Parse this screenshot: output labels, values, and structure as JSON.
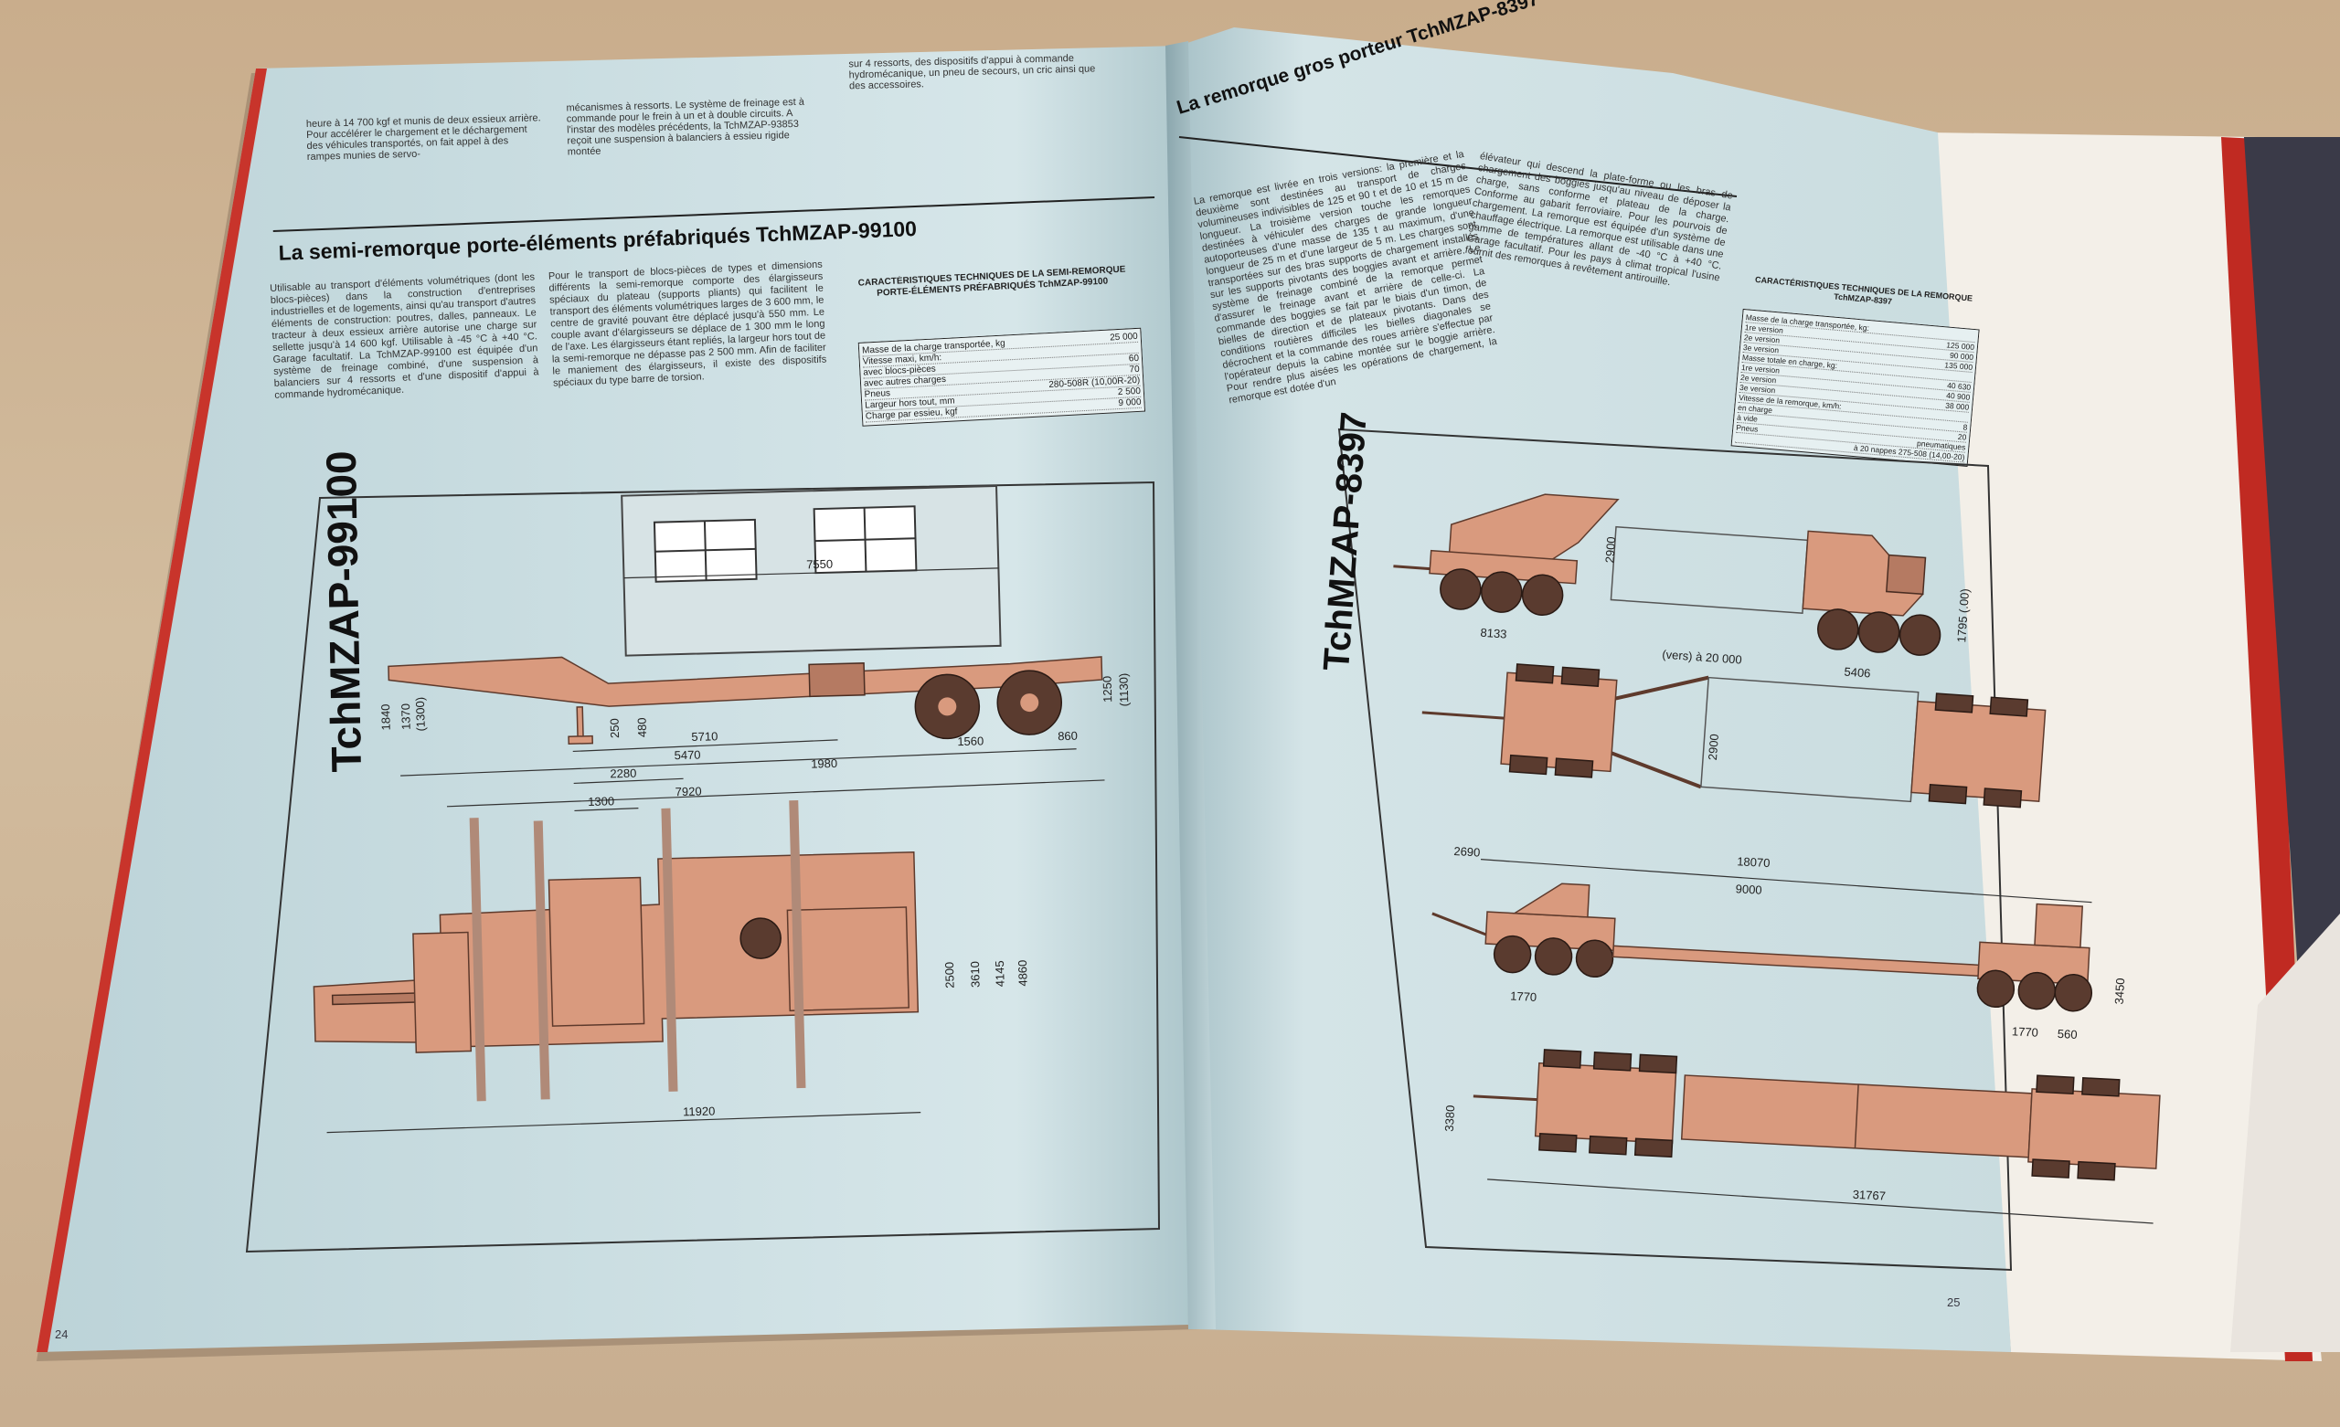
{
  "left_page": {
    "top_col1": "heure à 14 700 kgf et munis de deux essieux arrière. Pour accélérer le chargement et le déchargement des véhicules transportés, on fait appel à des rampes munies de servo-",
    "top_col2": "mécanismes à ressorts. Le système de freinage est à commande pour le frein à un et à double circuits. A l'instar des modèles précédents, la TchMZAP-93853 reçoit une suspension à balanciers à essieu rigide montée",
    "top_col3": "sur 4 ressorts, des dispositifs d'appui à commande hydromécanique, un pneu de secours, un cric ainsi que des accessoires.",
    "section_title": "La semi-remorque porte-éléments préfabriqués TchMZAP-99100",
    "body_col1": "Utilisable au transport d'éléments volumétriques (dont les blocs-pièces) dans la construction d'entreprises industrielles et de logements, ainsi qu'au transport d'autres éléments de construction: poutres, dalles, panneaux. Le tracteur à deux essieux arrière autorise une charge sur sellette jusqu'à 14 600 kgf. Utilisable à -45 °C à +40 °C. Garage facultatif. La TchMZAP-99100 est équipée d'un système de freinage combiné, d'une suspension à balanciers sur 4 ressorts et d'une dispositif d'appui à commande hydromécanique.",
    "body_col2": "Pour le transport de blocs-pièces de types et dimensions différents la semi-remorque comporte des élargisseurs spéciaux du plateau (supports pliants) qui facilitent le transport des éléments volumétriques larges de 3 600 mm, le centre de gravité pouvant être déplacé jusqu'à 550 mm. Le couple avant d'élargisseurs se déplace de 1 300 mm le long de l'axe. Les élargisseurs étant repliés, la largeur hors tout de la semi-remorque ne dépasse pas 2 500 mm. Afin de faciliter le maniement des élargisseurs, il existe des dispositifs spéciaux du type barre de torsion.",
    "spec_heading": "CARACTÉRISTIQUES TECHNIQUES DE LA SEMI-REMORQUE PORTE-ÉLÉMENTS PRÉFABRIQUÉS TchMZAP-99100",
    "specs": [
      {
        "label": "Masse de la charge transportée, kg",
        "value": "25 000"
      },
      {
        "label": "Vitesse maxi, km/h:",
        "value": ""
      },
      {
        "label": "avec blocs-pièces",
        "value": "60"
      },
      {
        "label": "avec autres charges",
        "value": "70"
      },
      {
        "label": "Pneus",
        "value": "280-508R (10,00R-20)"
      },
      {
        "label": "Largeur hors tout, mm",
        "value": "2 500"
      },
      {
        "label": "Charge par essieu, kgf",
        "value": "9 000"
      }
    ],
    "vertical_label": "TchMZAP-99100",
    "dims_side": [
      "7550",
      "1840",
      "1370",
      "(1300)",
      "250",
      "480",
      "5470",
      "1560",
      "860",
      "1250",
      "(1130)",
      "7920"
    ],
    "dims_top": [
      "5710",
      "2280",
      "1300",
      "1980",
      "2500",
      "3610",
      "4145",
      "4860",
      "11920"
    ],
    "page_number": "24"
  },
  "right_page": {
    "section_title": "La remorque gros porteur TchMZAP-8397",
    "body_col1": "La remorque est livrée en trois versions: la première et la deuxième sont destinées au transport de charges volumineuses indivisibles de 125 et 90 t et de 10 et 15 m de longueur. La troisième version touche les remorques destinées à véhiculer des charges de grande longueur autoporteuses d'une masse de 135 t au maximum, d'une longueur de 25 m et d'une largeur de 5 m. Les charges sont transportées sur des bras supports de chargement installés sur les supports pivotants des boggies avant et arrière. Le système de freinage combiné de la remorque permet d'assurer le freinage avant et arrière de celle-ci. La commande des boggies se fait par le biais d'un timon, de bielles de direction et de plateaux pivotants. Dans des conditions routières difficiles les bielles diagonales se décrochent et la commande des roues arrière s'effectue par l'opérateur depuis la cabine montée sur le boggie arrière. Pour rendre plus aisées les opérations de chargement, la remorque est dotée d'un",
    "body_col2": "élévateur qui descend la plate-forme ou les bras de chargement des boggies jusqu'au niveau de déposer la charge, sans conforme et plateau de la charge. Conforme au gabarit ferroviaire. Pour les pourvois de chargement. La remorque est équipée d'un système de chauffage électrique. La remorque est utilisable dans une gamme de températures allant de -40 °C à +40 °C. Garage facultatif. Pour les pays à climat tropical l'usine fournit des remorques à revêtement antirouille.",
    "spec_heading": "CARACTÉRISTIQUES TECHNIQUES DE LA REMORQUE TchMZAP-8397",
    "specs": [
      {
        "label": "Masse de la charge transportée, kg:",
        "value": ""
      },
      {
        "label": "1re version",
        "value": "125 000"
      },
      {
        "label": "2e version",
        "value": "90 000"
      },
      {
        "label": "3e version",
        "value": "135 000"
      },
      {
        "label": "Masse totale en charge, kg:",
        "value": ""
      },
      {
        "label": "1re version",
        "value": "40 630"
      },
      {
        "label": "2e version",
        "value": "40 900"
      },
      {
        "label": "3e version",
        "value": "38 000"
      },
      {
        "label": "Vitesse de la remorque, km/h:",
        "value": ""
      },
      {
        "label": "en charge",
        "value": "8"
      },
      {
        "label": "à vide",
        "value": "20"
      },
      {
        "label": "Pneus",
        "value": "pneumatiques"
      },
      {
        "label": "",
        "value": "à 20 nappes 275-508 (14,00-20)"
      }
    ],
    "vertical_label": "TchMZAP-8397",
    "dims": [
      "2900",
      "8133",
      "(vers) à 20 000",
      "5406",
      "1795 (.00)",
      "2900",
      "2690",
      "18070",
      "9000",
      "1770",
      "1770",
      "560",
      "3450",
      "3380",
      "31767"
    ],
    "page_number": "25"
  }
}
